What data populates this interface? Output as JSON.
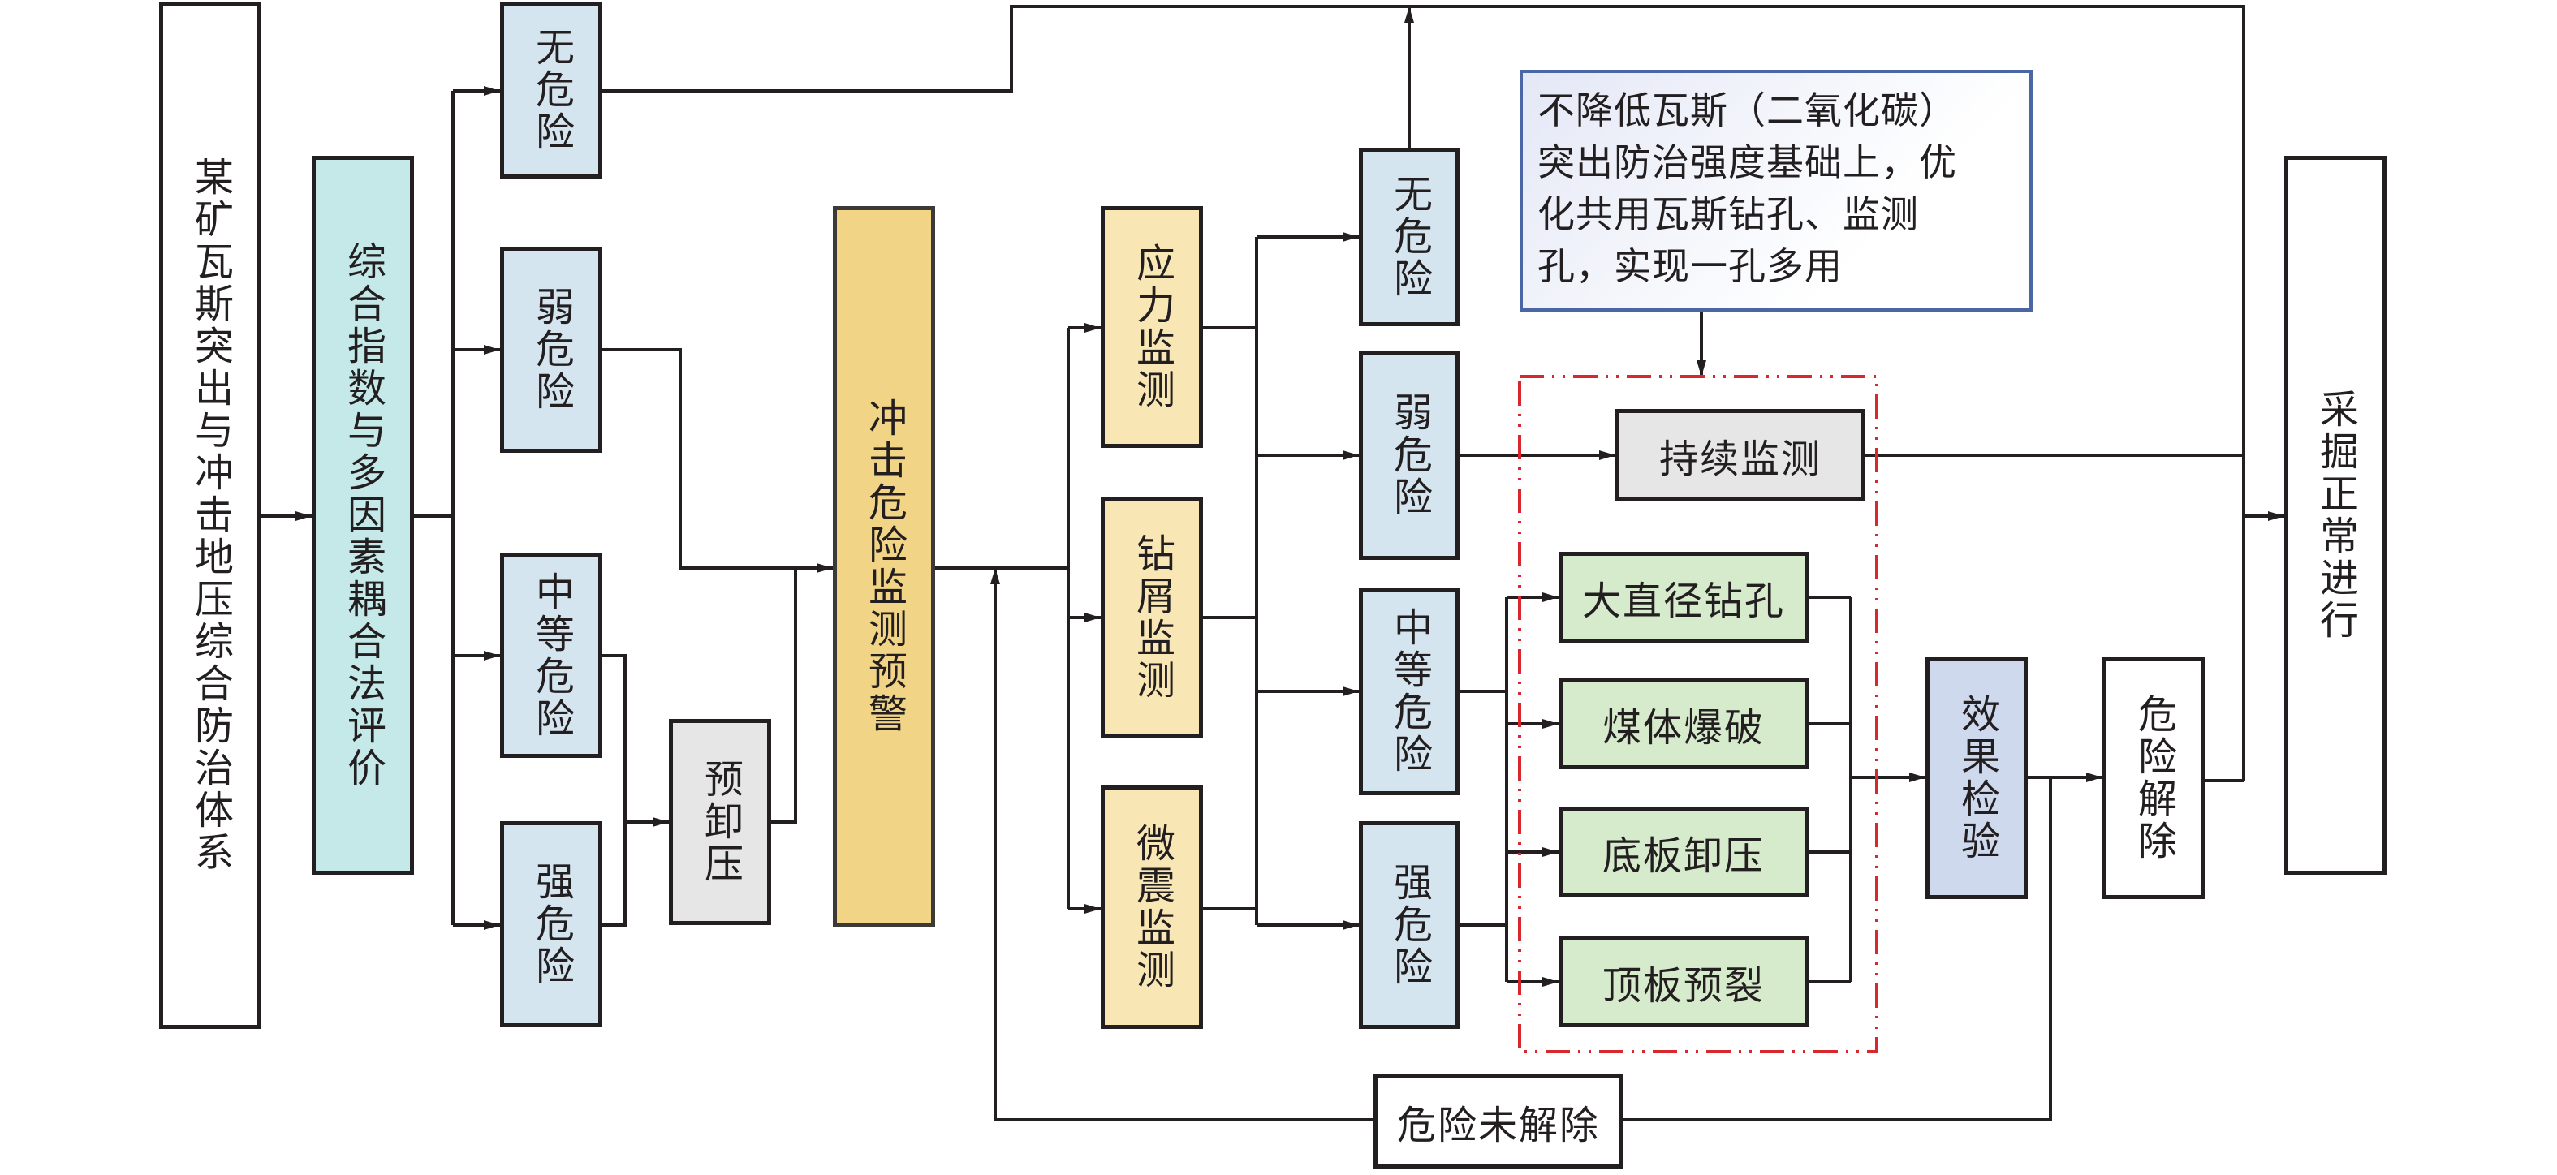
{
  "diagram": {
    "root": "某矿瓦斯突出与冲击地压综合防治体系",
    "evaluation": "综合指数与多因素耦合法评价",
    "first_risk_levels": [
      "无危险",
      "弱危险",
      "中等危险",
      "强危险"
    ],
    "pre_relief": "预卸压",
    "warning": "冲击危险监测预警",
    "monitoring": [
      "应力监测",
      "钻屑监测",
      "微震监测"
    ],
    "second_risk_levels": [
      "无危险",
      "弱危险",
      "中等危险",
      "强危险"
    ],
    "note_lines": [
      "不降低瓦斯（二氧化碳）",
      "突出防治强度基础上，优",
      "化共用瓦斯钻孔、监测",
      "孔，实现一孔多用"
    ],
    "continuous_monitoring": "持续监测",
    "measures": [
      "大直径钻孔",
      "煤体爆破",
      "底板卸压",
      "顶板预裂"
    ],
    "effect_check": "效果检验",
    "risk_cleared": "危险解除",
    "normal_mining": "采掘正常进行",
    "risk_not_cleared": "危险未解除"
  },
  "colors": {
    "line": "#231f20",
    "dashed_box": "#d9272e",
    "note_border": "#4a66a5"
  }
}
